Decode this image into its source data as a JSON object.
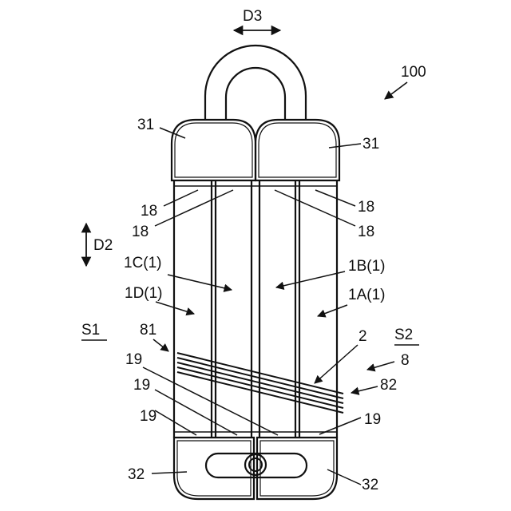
{
  "labels": {
    "d3": "D3",
    "ref100": "100",
    "ref31_left": "31",
    "ref31_right": "31",
    "ref18_a": "18",
    "ref18_b": "18",
    "ref18_c": "18",
    "ref18_d": "18",
    "d2": "D2",
    "ref1C": "1C(1)",
    "ref1B": "1B(1)",
    "ref1D": "1D(1)",
    "ref1A": "1A(1)",
    "s1": "S1",
    "s2": "S2",
    "ref81": "81",
    "ref2": "2",
    "ref8": "8",
    "ref82": "82",
    "ref19_a": "19",
    "ref19_b": "19",
    "ref19_c": "19",
    "ref19_d": "19",
    "ref32_left": "32",
    "ref32_right": "32"
  }
}
